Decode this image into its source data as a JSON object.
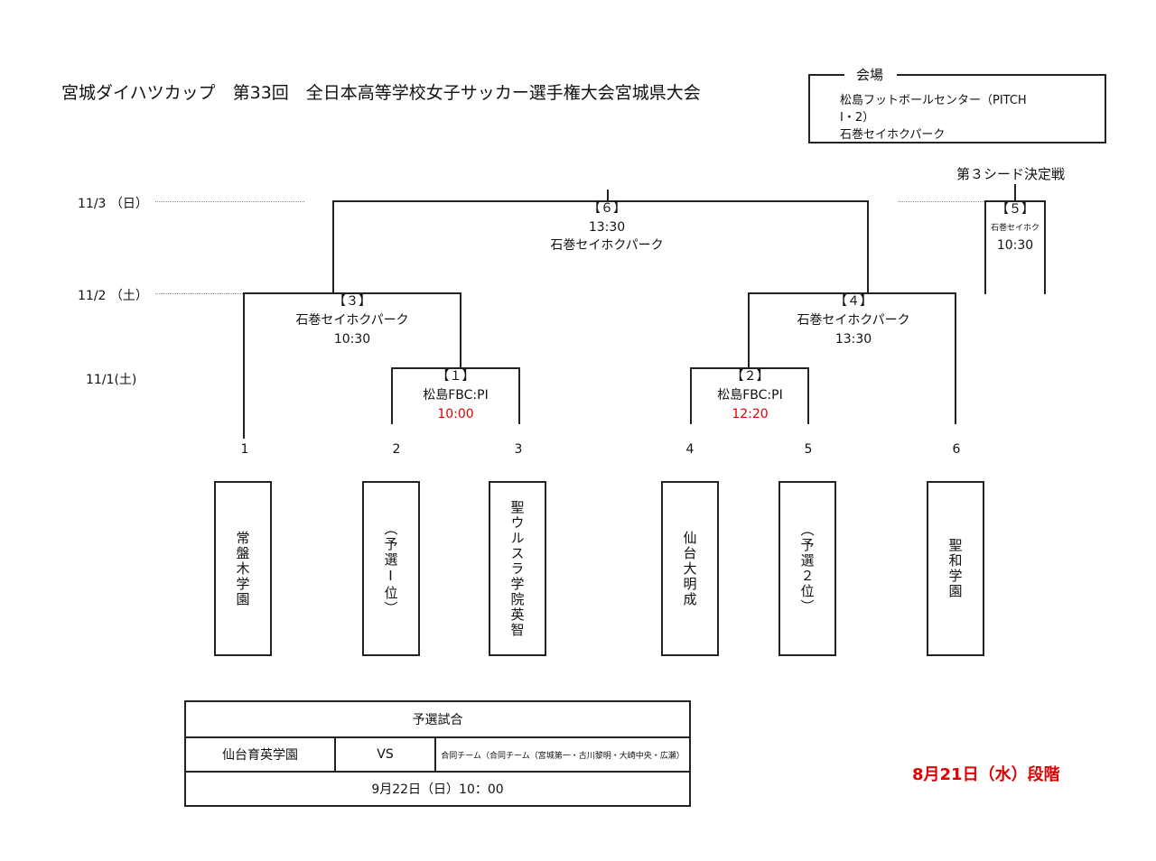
{
  "title": "宮城ダイハツカップ　第33回　全日本高等学校女子サッカー選手権大会宮城県大会",
  "venue": {
    "label": "会場",
    "lines": [
      "松島フットボールセンター（PITCH",
      "Ⅰ・2）",
      "石巻セイホクパーク"
    ]
  },
  "dates": {
    "d3": "11/3 （日）",
    "d2": "11/2 （土）",
    "d1": "11/1(土)"
  },
  "seed_title": "第３シード決定戦",
  "matches": {
    "m1": {
      "no": "【１】",
      "venue": "松島FBC:PI",
      "time": "10:00"
    },
    "m2": {
      "no": "【２】",
      "venue": "松島FBC:PI",
      "time": "12:20"
    },
    "m3": {
      "no": "【３】",
      "venue": "石巻セイホクパーク",
      "time": "10:30"
    },
    "m4": {
      "no": "【４】",
      "venue": "石巻セイホクパーク",
      "time": "13:30"
    },
    "m5": {
      "no": "【５】",
      "venue": "石巻セイホク",
      "time": "10:30"
    },
    "m6": {
      "no": "【６】",
      "time": "13:30",
      "venue": "石巻セイホクパーク"
    }
  },
  "slots": [
    "1",
    "2",
    "3",
    "4",
    "5",
    "6"
  ],
  "teams": [
    "常盤木学園",
    "（予選Ⅰ位）",
    "聖ウルスラ学院英智",
    "仙台大明成",
    "（予選２位）",
    "聖和学園"
  ],
  "prelim": {
    "header": "予選試合",
    "team_a": "仙台育英学園",
    "vs": "VS",
    "team_b": "合同チーム（合同チーム（宮城第一・古川黎明・大崎中央・広瀬）",
    "date": "9月22日（日）10：00"
  },
  "deadline": "8月21日（水）段階"
}
